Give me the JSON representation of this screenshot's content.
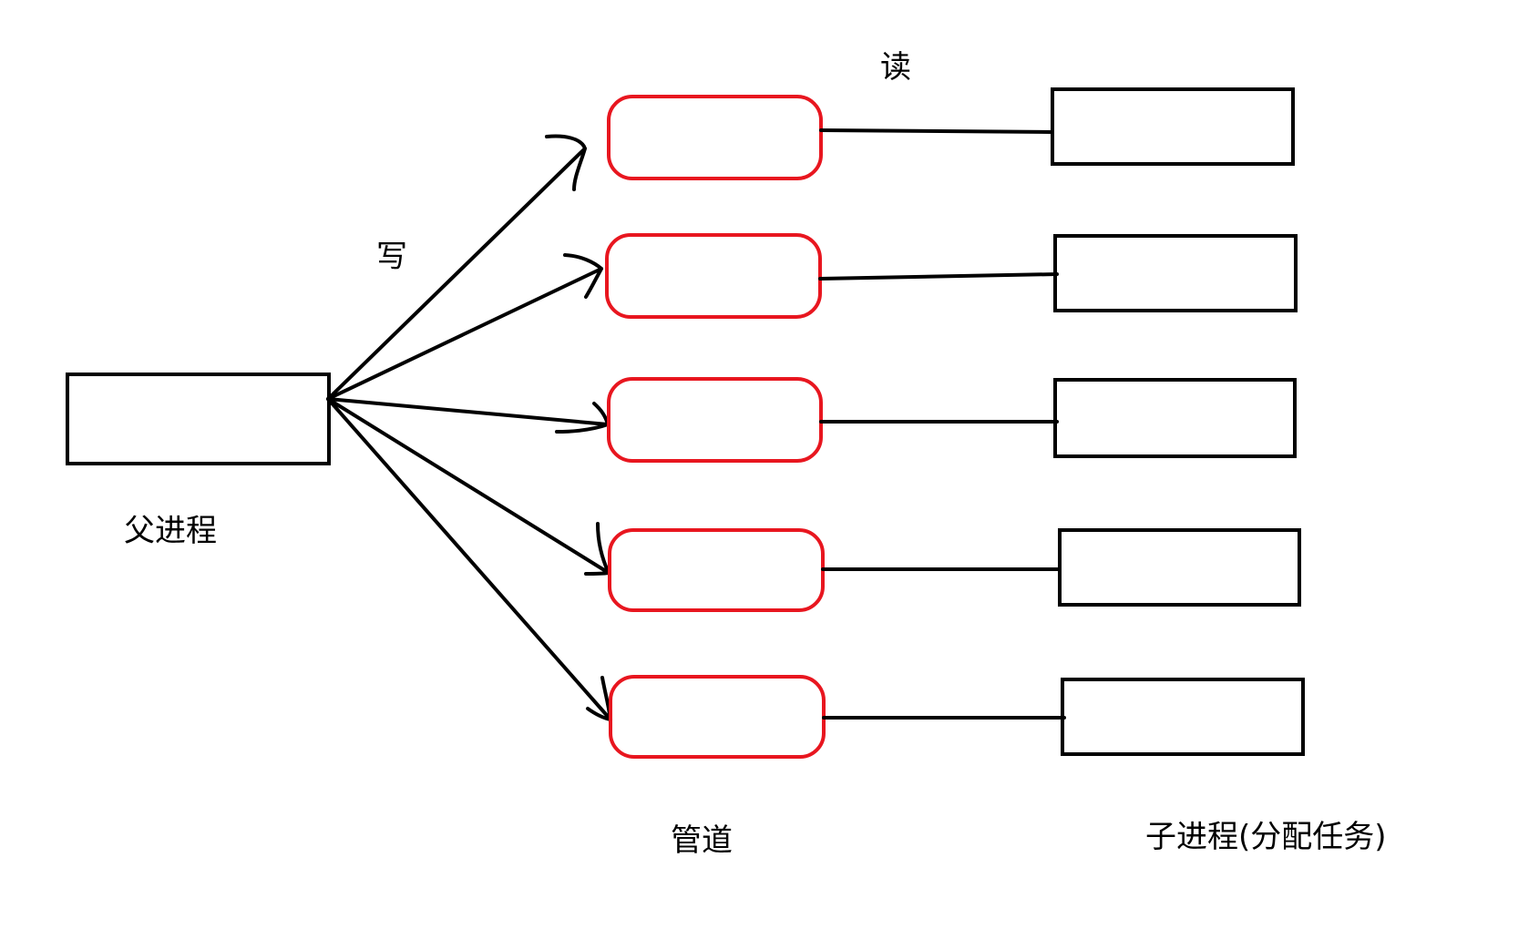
{
  "labels": {
    "parent": "父进程",
    "write": "写",
    "read": "读",
    "pipes": "管道",
    "children": "子进程(分配任务)"
  },
  "colors": {
    "ink": "#000000",
    "pipe_outline": "#e8161f",
    "background": "#ffffff"
  },
  "counts": {
    "pipes": 5,
    "child_processes": 5
  }
}
